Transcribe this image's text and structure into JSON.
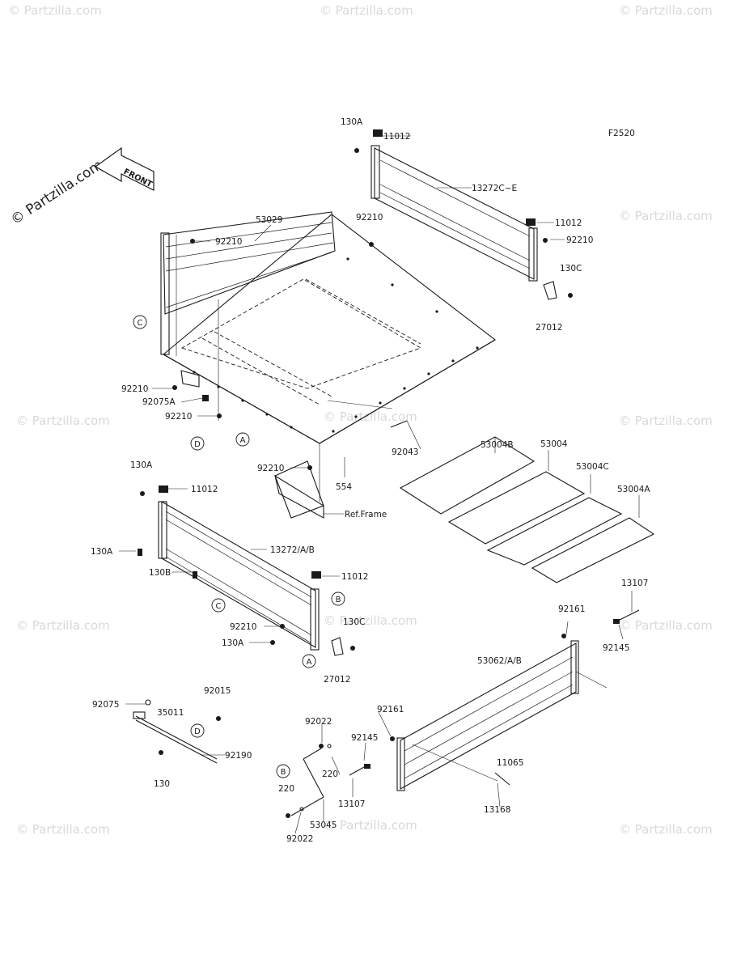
{
  "figure_code": "F2520",
  "watermark_text": "© Partzilla.com",
  "front_label": "FRONT",
  "callouts": [
    "A",
    "B",
    "C",
    "D"
  ],
  "labels": {
    "l130A_top": "130A",
    "l11012_top": "11012",
    "l13272CE": "13272C~E",
    "l92210_center": "92210",
    "l11012_right": "11012",
    "l92210_right": "92210",
    "l130C_top": "130C",
    "l27012_top": "27012",
    "l53029": "53029",
    "l92210_left_top": "92210",
    "l92210_left": "92210",
    "l92075A": "92075A",
    "l92210_left_bot": "92210",
    "l92210_under": "92210",
    "l92043": "92043",
    "l554": "554",
    "l_ref_frame": "Ref.Frame",
    "l53004B": "53004B",
    "l53004": "53004",
    "l53004C": "53004C",
    "l53004A": "53004A",
    "l130A_mid": "130A",
    "l11012_mid": "11012",
    "l13272AB": "13272/A/B",
    "l130A_side": "130A",
    "l130B": "130B",
    "l11012_mid2": "11012",
    "l92210_mid": "92210",
    "l130A_mid2": "130A",
    "l130C_mid": "130C",
    "l27012_mid": "27012",
    "l13107_right": "13107",
    "l92161_right": "92161",
    "l92145_right": "92145",
    "l53062AB": "53062/A/B",
    "l92075": "92075",
    "l35011": "35011",
    "l92015": "92015",
    "l92190": "92190",
    "l130": "130",
    "l92022_top": "92022",
    "l220_right": "220",
    "l92161_mid": "92161",
    "l92145_mid": "92145",
    "l220_left": "220",
    "l13107_mid": "13107",
    "l53045": "53045",
    "l92022_bot": "92022",
    "l11065": "11065",
    "l13168": "13168"
  }
}
